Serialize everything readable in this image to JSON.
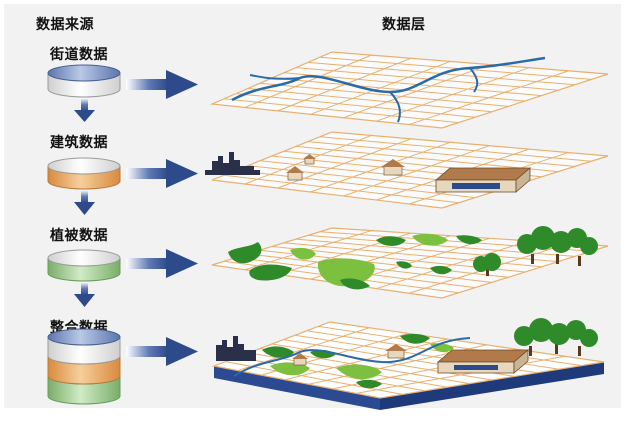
{
  "headers": {
    "sources": "数据来源",
    "layers": "数据层"
  },
  "sources": [
    {
      "label": "街道数据",
      "icon": "street-db-icon",
      "color": "#7d97c9"
    },
    {
      "label": "建筑数据",
      "icon": "building-db-icon",
      "color": "#e8a060"
    },
    {
      "label": "植被数据",
      "icon": "vegetation-db-icon",
      "color": "#9bc98a"
    },
    {
      "label": "整合数据",
      "icon": "integrated-db-icon",
      "color": "#7d97c9"
    }
  ],
  "layers": [
    {
      "name": "street-layer"
    },
    {
      "name": "building-layer"
    },
    {
      "name": "vegetation-layer"
    },
    {
      "name": "integrated-layer"
    }
  ],
  "colors": {
    "grid": "#e8b070",
    "arrow": "#2d4a8a",
    "road": "#2a6aa8",
    "tree": "#2f8a2a",
    "tree_light": "#7cc040",
    "roof": "#b07a4a",
    "base_top": "#ffffff",
    "base_side": "#2b4a92"
  }
}
